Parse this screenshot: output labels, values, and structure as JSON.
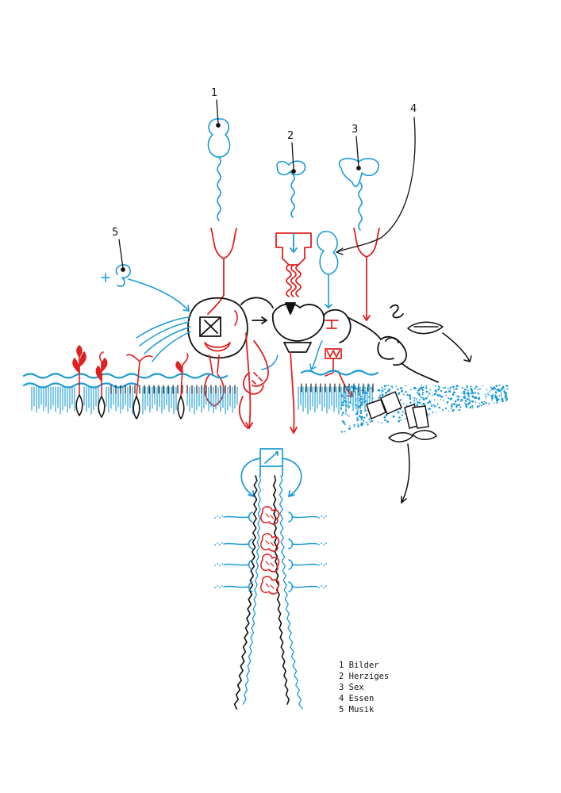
{
  "drawing": {
    "colors": {
      "blue": "#1a9ad6",
      "red": "#e02020",
      "black": "#111111"
    },
    "marker_numbers": [
      "1",
      "2",
      "3",
      "4",
      "5"
    ],
    "legend": [
      {
        "number": "1",
        "label": "Bilder"
      },
      {
        "number": "2",
        "label": "Herziges"
      },
      {
        "number": "3",
        "label": "Sex"
      },
      {
        "number": "4",
        "label": "Essen"
      },
      {
        "number": "5",
        "label": "Musik"
      }
    ]
  }
}
